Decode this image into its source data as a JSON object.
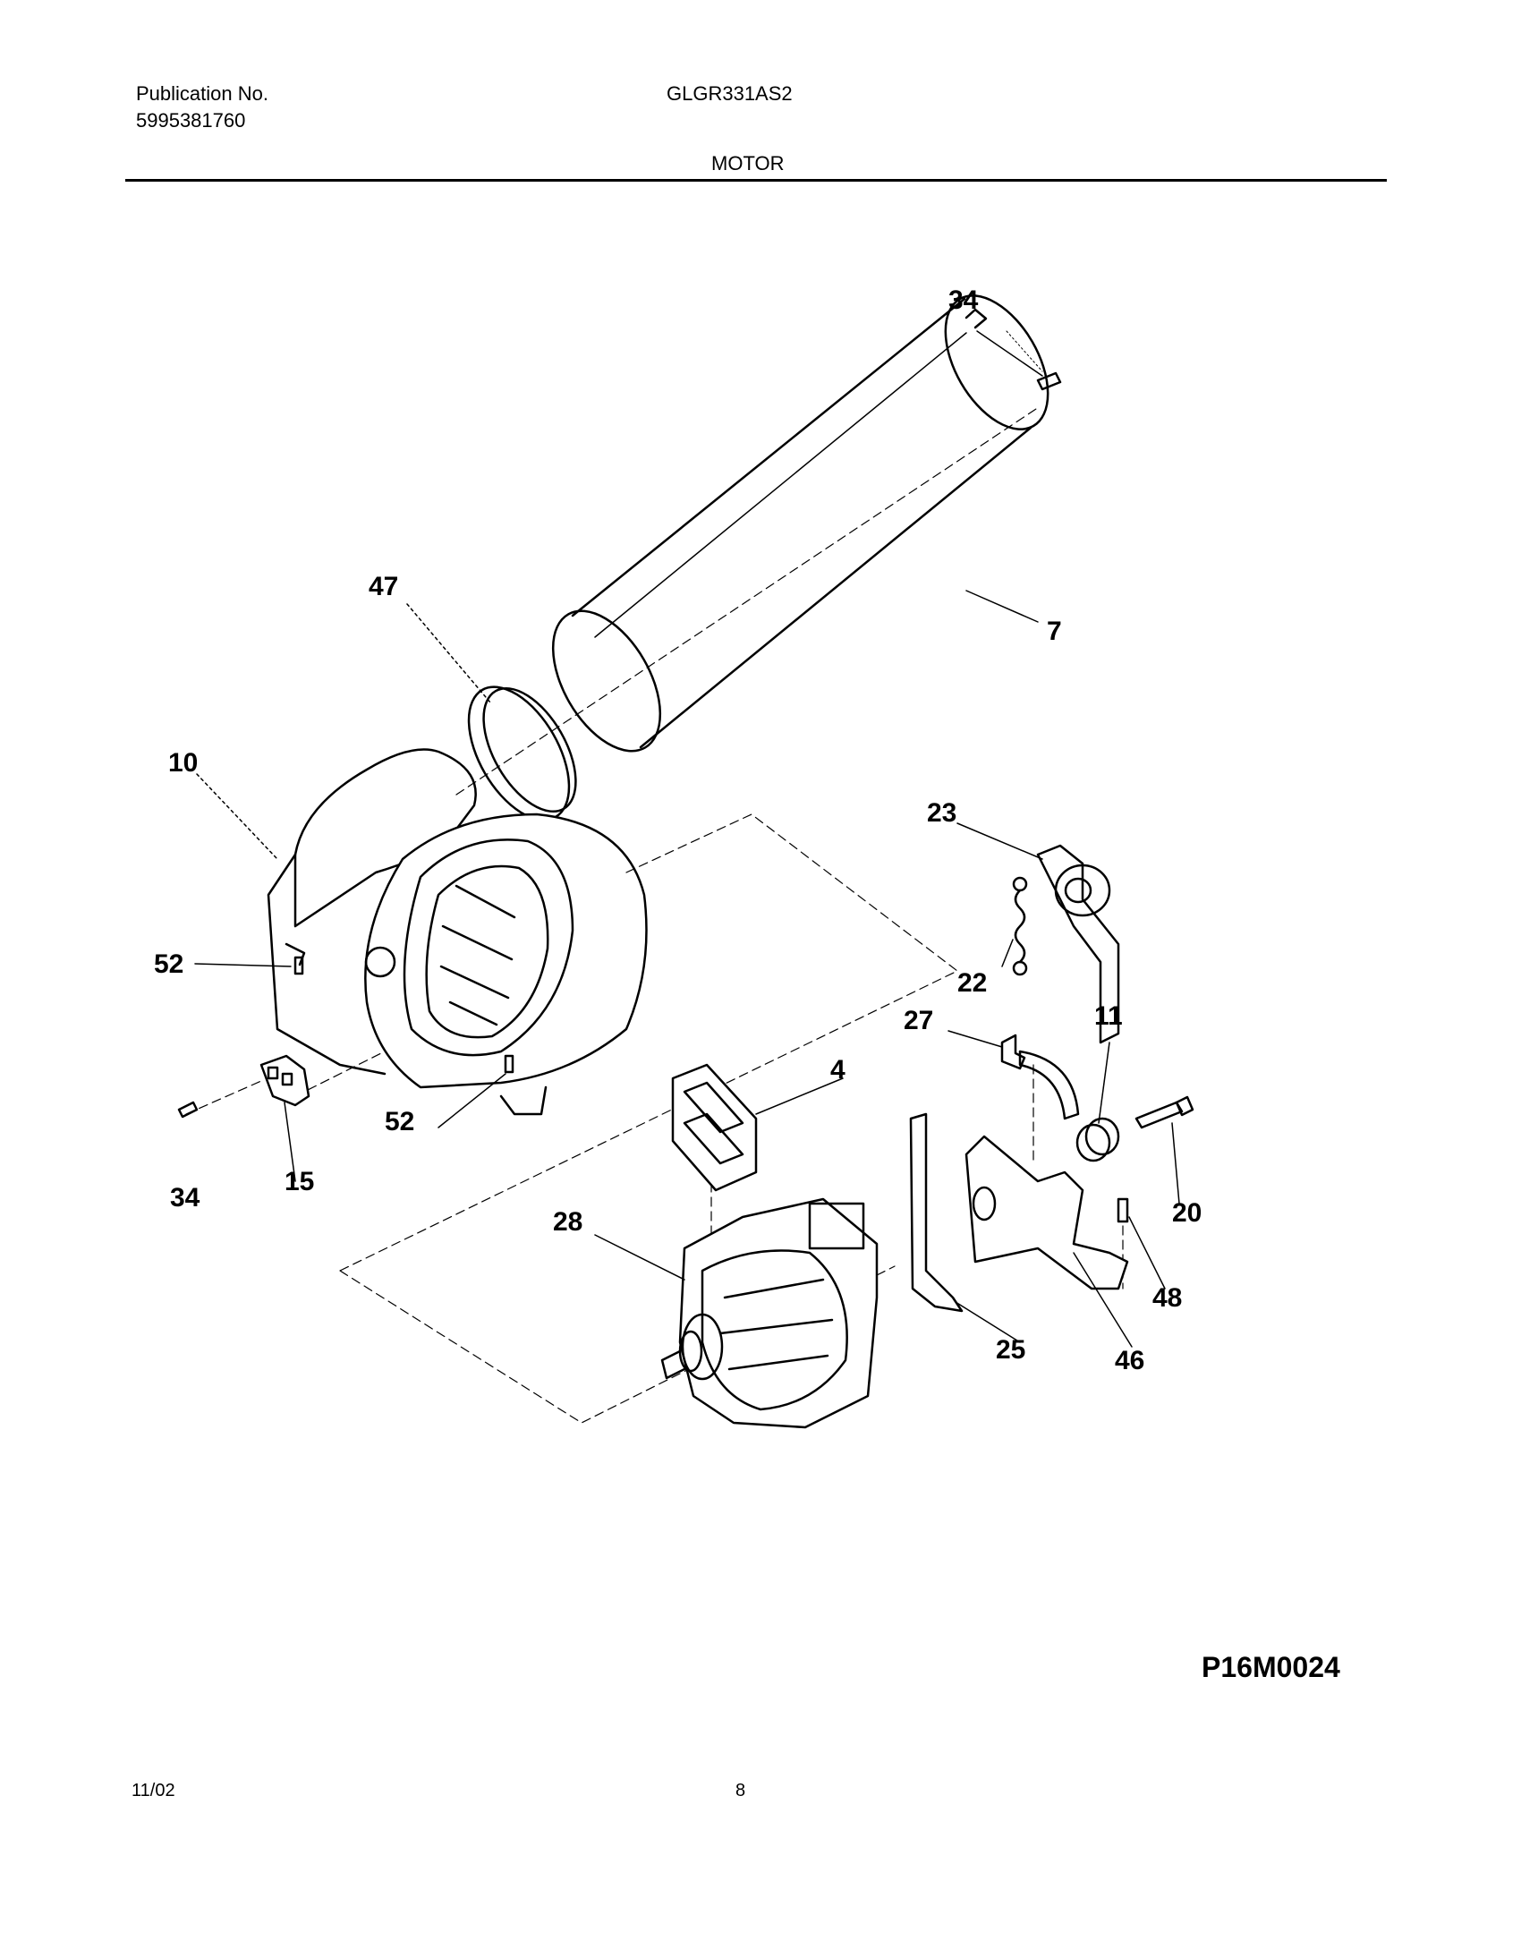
{
  "header": {
    "publication_label": "Publication No.",
    "publication_number": "5995381760",
    "model": "GLGR331AS2",
    "section_title": "MOTOR"
  },
  "diagram": {
    "part_labels": {
      "screw_top": "34",
      "exhaust_duct": "7",
      "duct_seal": "47",
      "blower_housing": "10",
      "bracket_23": "23",
      "spring_22": "22",
      "screw_52_upper": "52",
      "screw_52_lower": "52",
      "idler_11": "11",
      "clip_27": "27",
      "mount_4": "4",
      "bolt_20": "20",
      "screw_34_lower": "34",
      "switch_15": "15",
      "motor_28": "28",
      "screw_48": "48",
      "strap_25": "25",
      "bracket_46": "46"
    }
  },
  "footer": {
    "figure_code": "P16M0024",
    "date": "11/02",
    "page": "8"
  }
}
